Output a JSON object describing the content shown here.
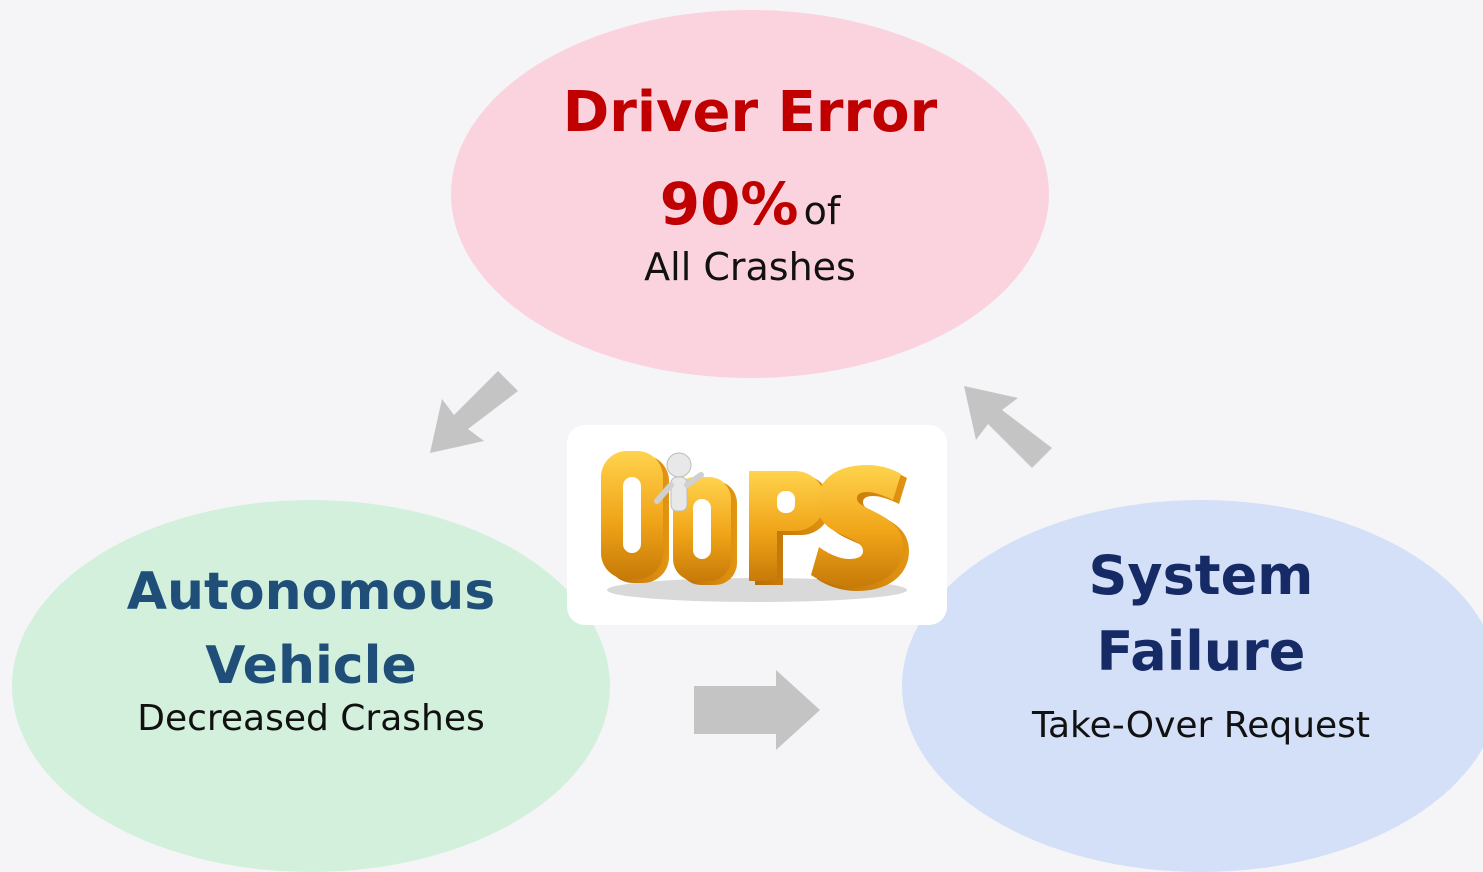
{
  "driver": {
    "title": "Driver Error",
    "percent": "90%",
    "of": "of",
    "subtitle": "All Crashes"
  },
  "autonomous": {
    "title_line1": "Autonomous",
    "title_line2": "Vehicle",
    "subtitle": "Decreased Crashes"
  },
  "system": {
    "title_line1": "System",
    "title_line2": "Failure",
    "subtitle": "Take-Over Request"
  },
  "center_image": {
    "text": "OOPS"
  },
  "colors": {
    "driver_fill": "#fbd3de",
    "driver_text": "#c00000",
    "auto_fill": "#d3f0dc",
    "auto_text": "#1f4e79",
    "system_fill": "#d3e0f7",
    "system_text": "#162a66",
    "arrow": "#c4c4c4",
    "oops_gold": "#f0a418"
  }
}
